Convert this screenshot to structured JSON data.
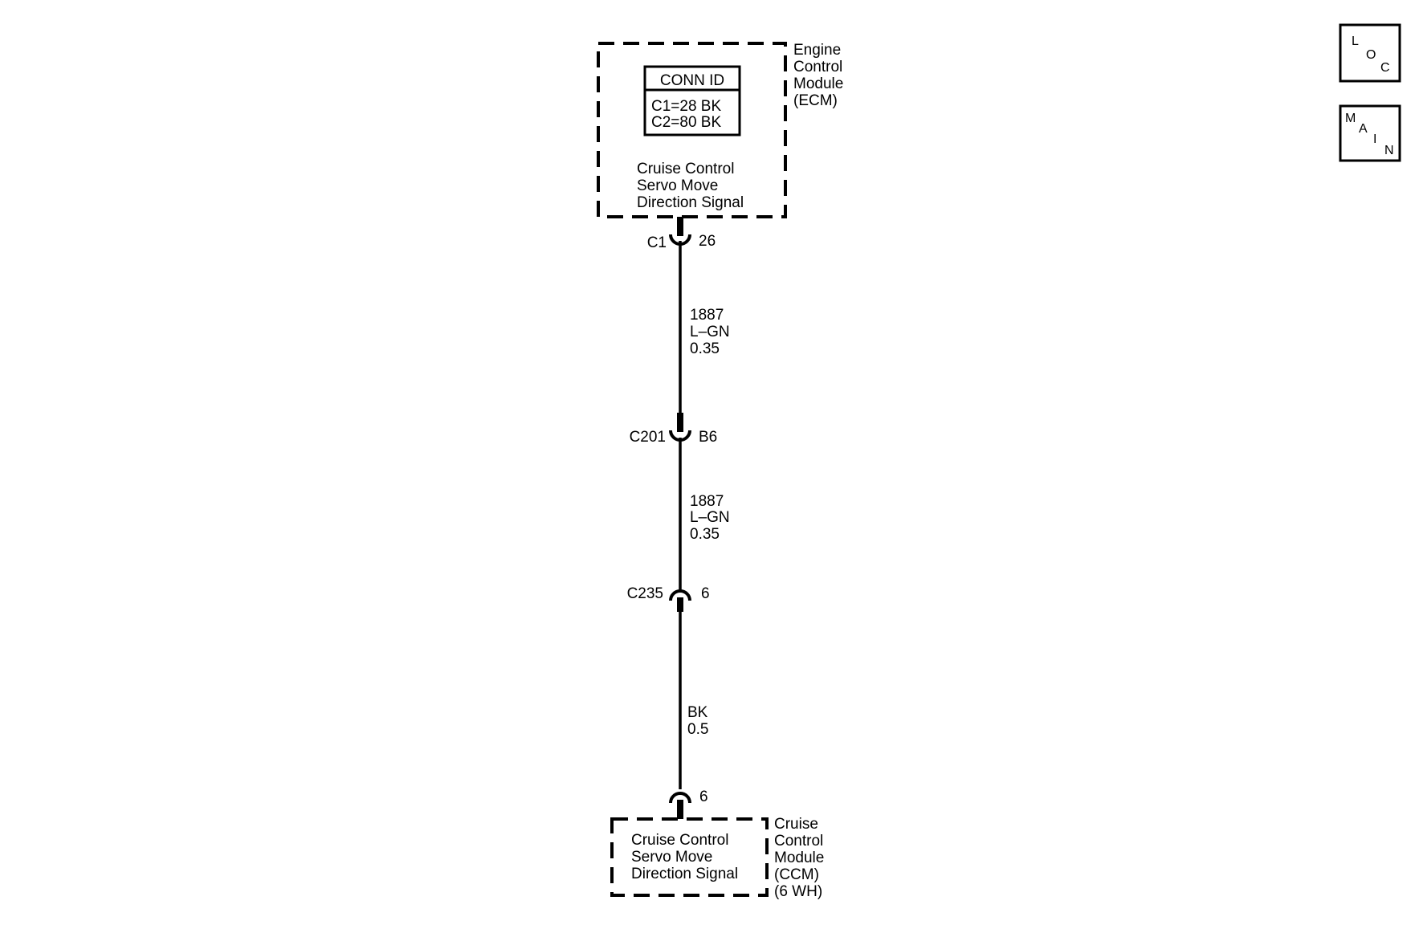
{
  "ecm": {
    "name_lines": [
      "Engine",
      "Control",
      "Module",
      "(ECM)"
    ],
    "conn_id_title": "CONN ID",
    "conn_id_lines": [
      "C1=28 BK",
      "C2=80 BK"
    ],
    "signal_lines": [
      "Cruise Control",
      "Servo Move",
      "Direction Signal"
    ]
  },
  "connectors": {
    "c1": {
      "name": "C1",
      "pin": "26"
    },
    "c201": {
      "name": "C201",
      "pin": "B6"
    },
    "c235": {
      "name": "C235",
      "pin": "6"
    },
    "ccm_pin": {
      "pin": "6"
    }
  },
  "wires": {
    "w1": {
      "circuit": "1887",
      "color": "L–GN",
      "size": "0.35"
    },
    "w2": {
      "circuit": "1887",
      "color": "L–GN",
      "size": "0.35"
    },
    "w3": {
      "color": "BK",
      "size": "0.5"
    }
  },
  "ccm": {
    "signal_lines": [
      "Cruise Control",
      "Servo Move",
      "Direction Signal"
    ],
    "name_lines": [
      "Cruise",
      "Control",
      "Module",
      "(CCM)",
      "(6 WH)"
    ]
  },
  "nav_buttons": {
    "loc": {
      "letters": [
        "L",
        "O",
        "C"
      ]
    },
    "main": {
      "letters": [
        "M",
        "A",
        "I",
        "N"
      ]
    }
  }
}
